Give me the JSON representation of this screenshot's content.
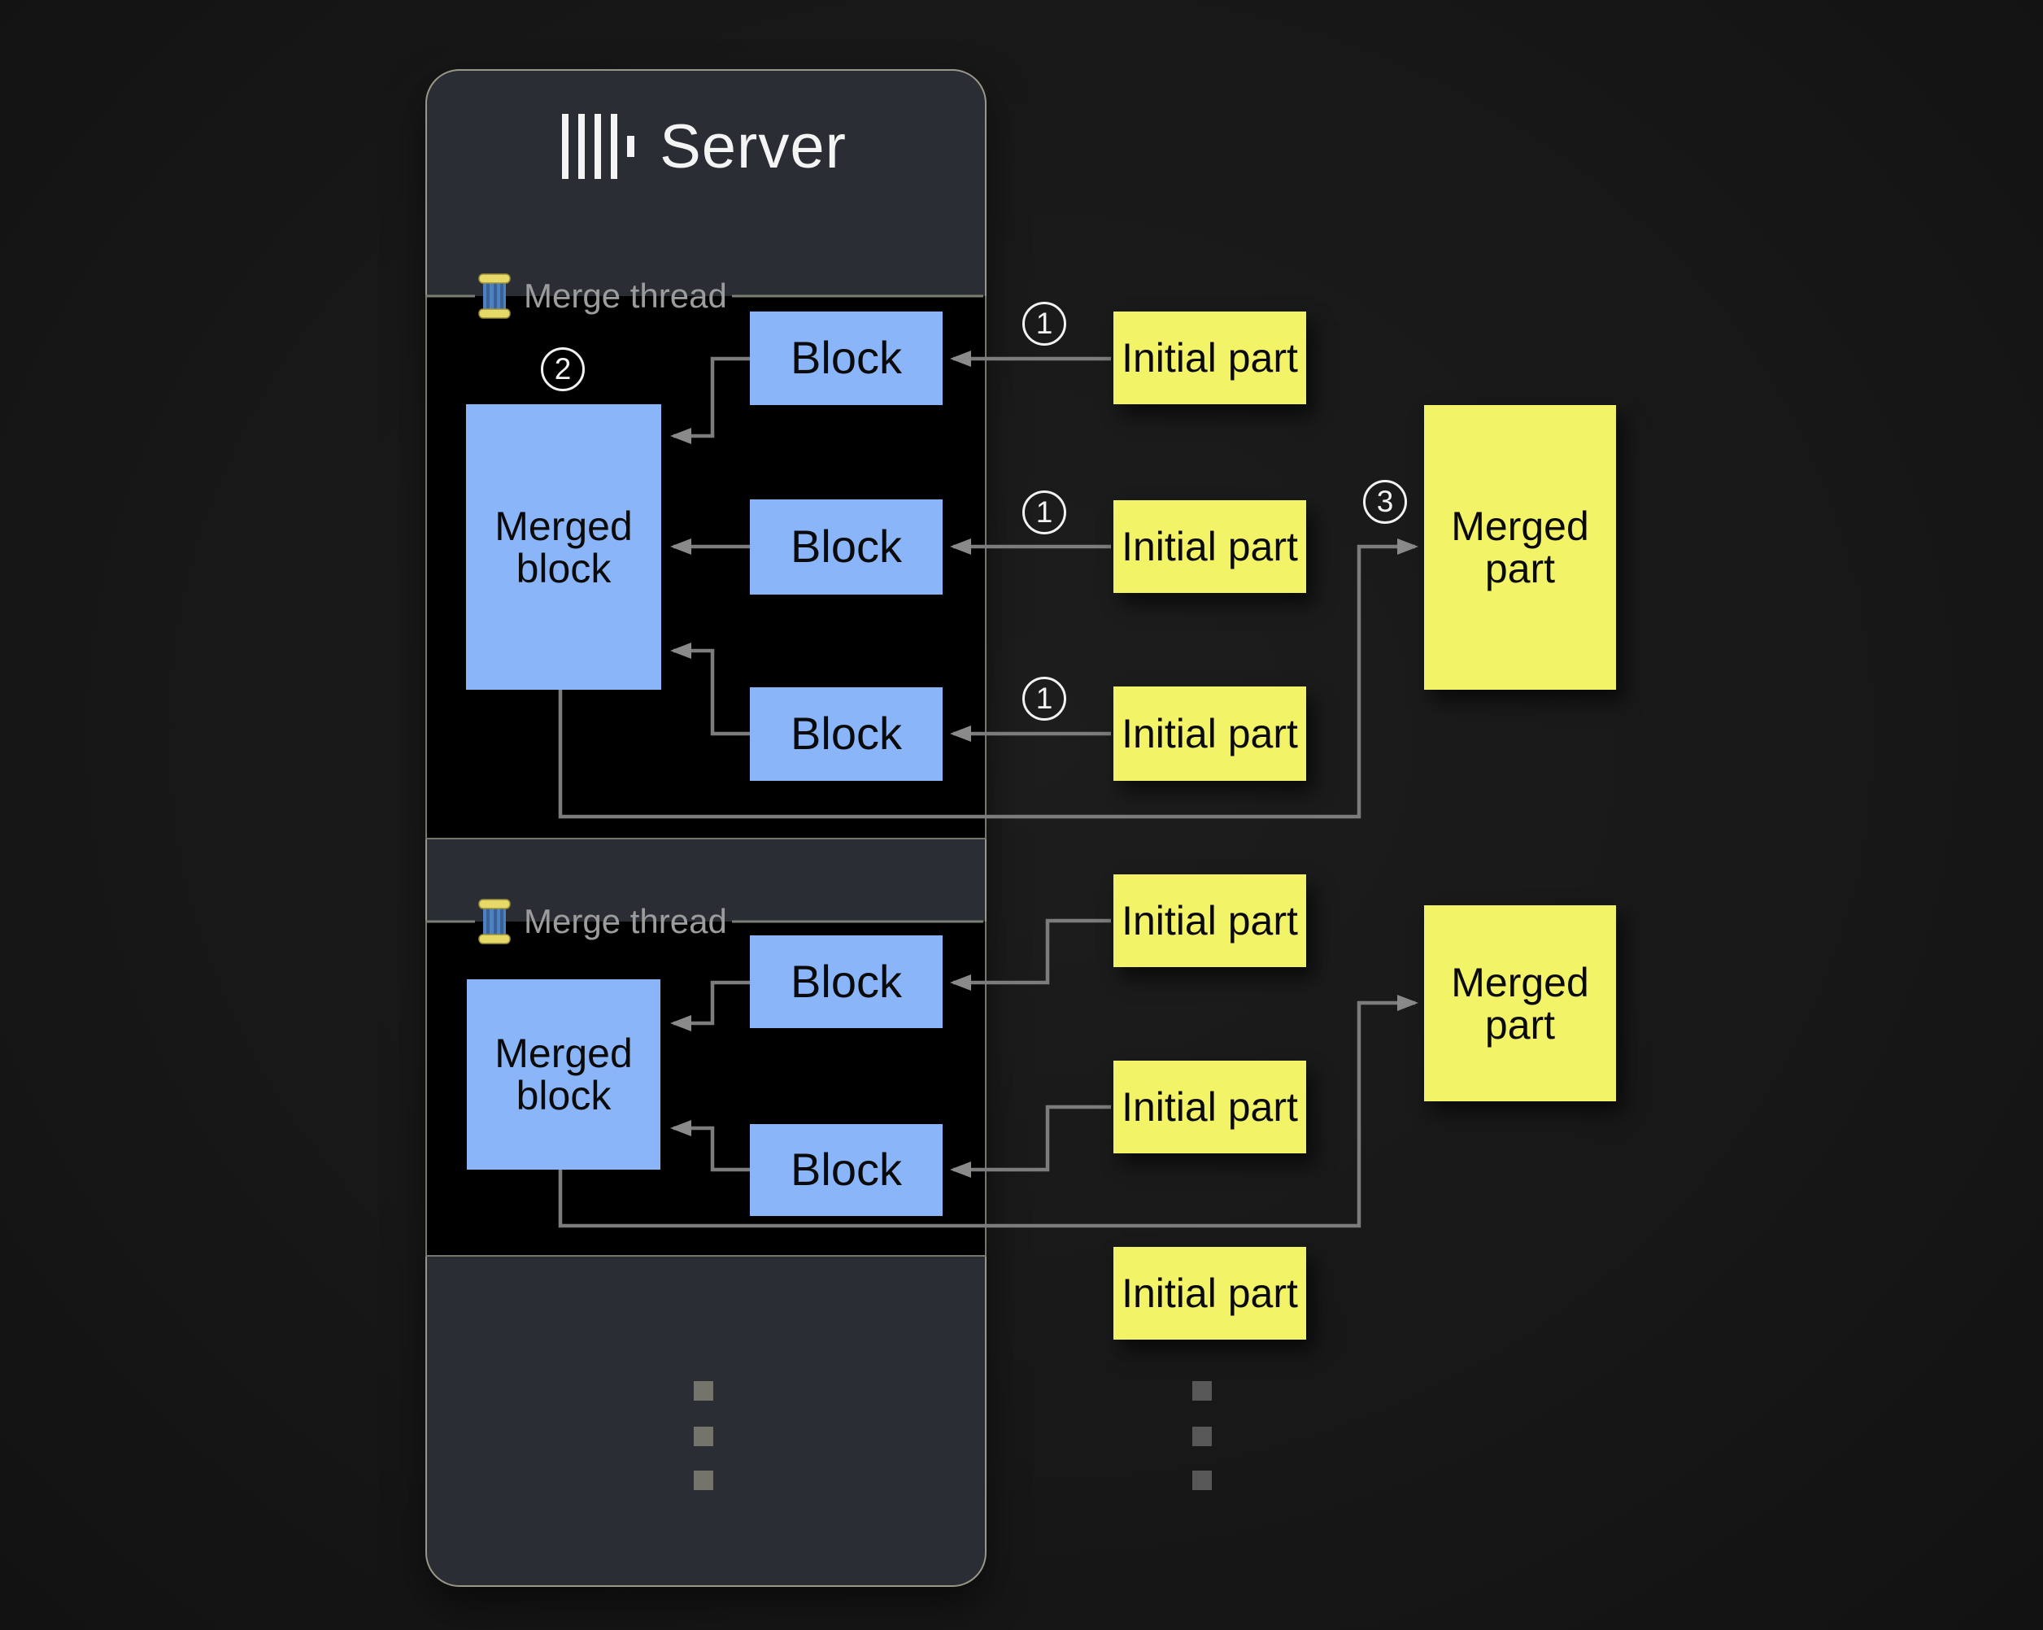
{
  "server": {
    "title": "Server",
    "logo_icon": "clickhouse-logo"
  },
  "merge_threads": [
    {
      "label": "Merge thread",
      "icon": "thread-spool",
      "step_badge": "2",
      "merged_block": {
        "label": "Merged block"
      },
      "blocks": [
        {
          "label": "Block"
        },
        {
          "label": "Block"
        },
        {
          "label": "Block"
        }
      ]
    },
    {
      "label": "Merge thread",
      "icon": "thread-spool",
      "merged_block": {
        "label": "Merged block"
      },
      "blocks": [
        {
          "label": "Block"
        },
        {
          "label": "Block"
        }
      ]
    }
  ],
  "initial_parts": {
    "group1": [
      {
        "label": "Initial part",
        "badge": "1"
      },
      {
        "label": "Initial part",
        "badge": "1"
      },
      {
        "label": "Initial part",
        "badge": "1"
      }
    ],
    "group2": [
      {
        "label": "Initial part"
      },
      {
        "label": "Initial part"
      },
      {
        "label": "Initial part"
      }
    ]
  },
  "merged_parts": [
    {
      "label": "Merged part",
      "badge": "3"
    },
    {
      "label": "Merged part"
    }
  ],
  "ellipsis": {
    "server_dots": 3,
    "parts_dots": 3
  },
  "colors": {
    "block_fill": "#8ab5f8",
    "part_fill": "#f3f368",
    "connector": "#7c7c7c",
    "server_bg": "#2a2d34",
    "thread_bg": "#000000",
    "badge": "#f2f2f2"
  }
}
